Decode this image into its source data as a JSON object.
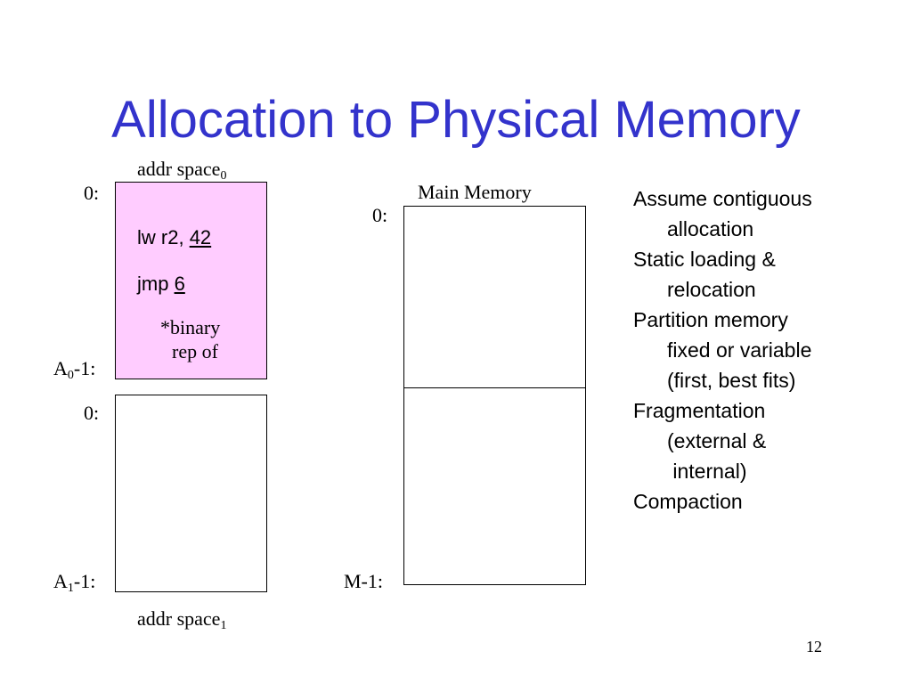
{
  "slide": {
    "title": "Allocation to Physical Memory",
    "page_number": "12"
  },
  "addr_space_0": {
    "label": "addr space",
    "label_sub": "0",
    "start": "0:",
    "end_prefix": "A",
    "end_sub": "0",
    "end_suffix": "-1:",
    "code": {
      "line1_prefix": "lw r2, ",
      "line1_value": "42",
      "line2_prefix": "jmp ",
      "line2_value": "6"
    },
    "note_line1": "*binary",
    "note_line2": "rep of",
    "fill_color": "#ffccff"
  },
  "addr_space_1": {
    "label": "addr space",
    "label_sub": "1",
    "start": "0:",
    "end_prefix": "A",
    "end_sub": "1",
    "end_suffix": "-1:"
  },
  "main_memory": {
    "label": "Main Memory",
    "start": "0:",
    "end": "M-1:"
  },
  "bullets": [
    {
      "line1": "Assume contiguous",
      "cont": [
        "allocation"
      ]
    },
    {
      "line1": "Static loading &",
      "cont": [
        "relocation"
      ]
    },
    {
      "line1": "Partition memory",
      "cont": [
        "fixed or variable",
        "(first, best fits)"
      ]
    },
    {
      "line1": "Fragmentation",
      "cont": [
        "(external &",
        " internal)"
      ]
    },
    {
      "line1": "Compaction",
      "cont": []
    }
  ],
  "colors": {
    "title": "#3333cc",
    "addr_space_0_fill": "#ffccff"
  }
}
